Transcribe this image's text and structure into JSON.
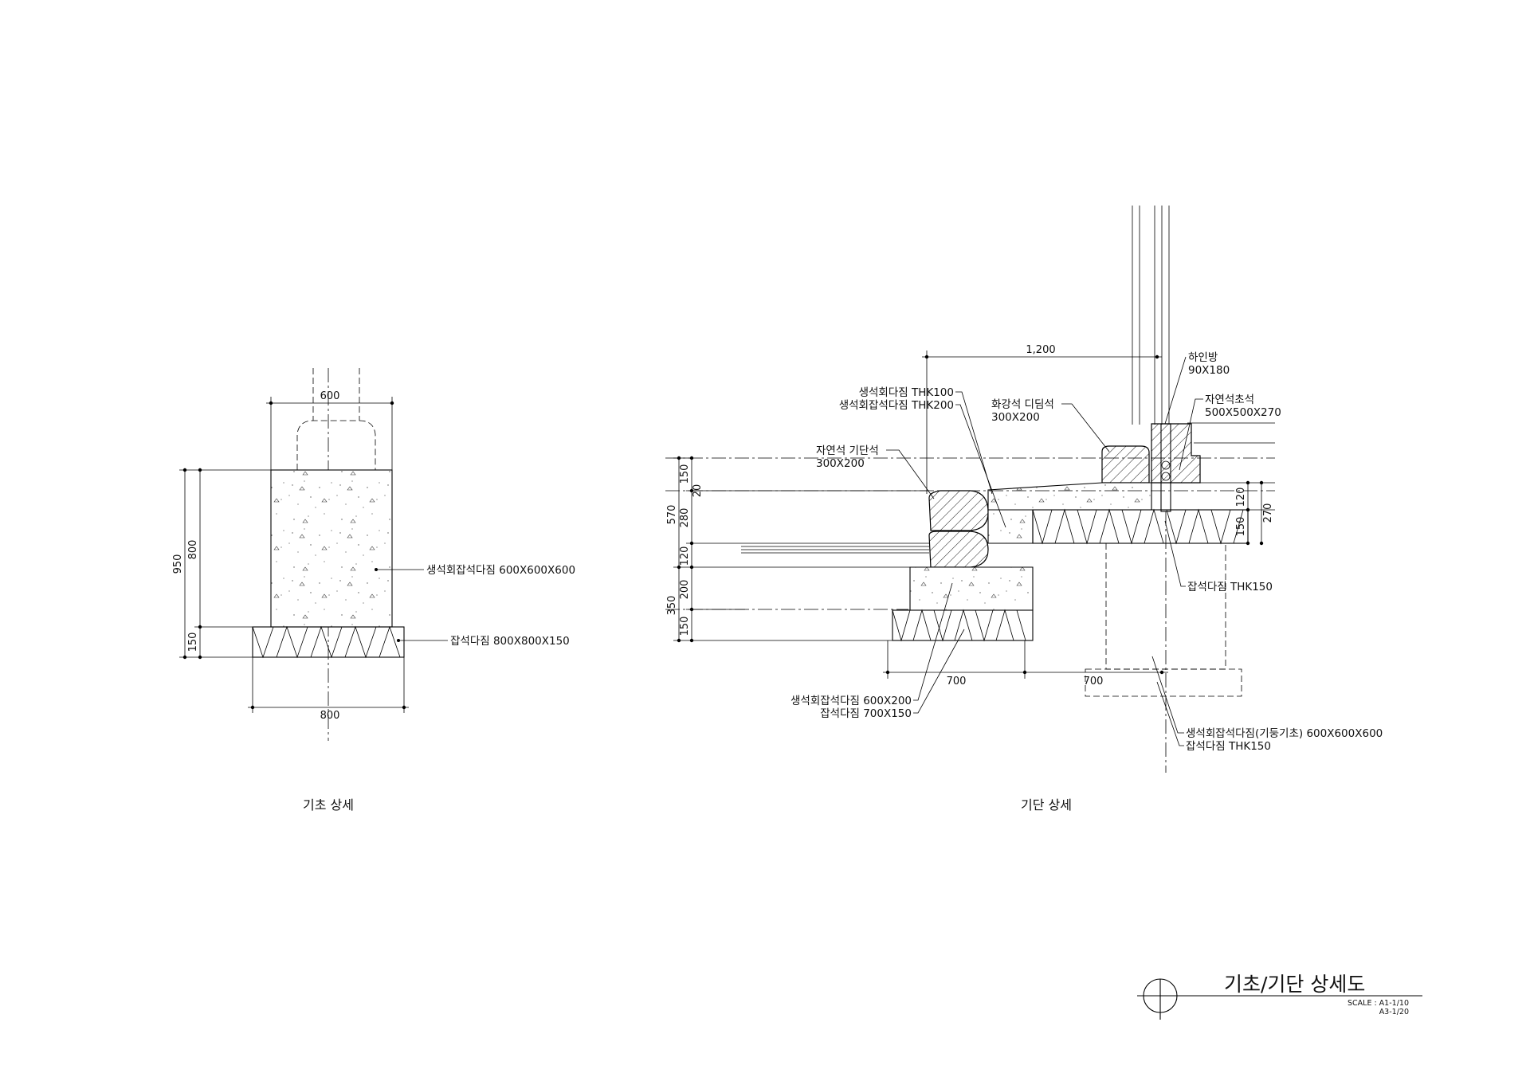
{
  "foundation_detail": {
    "title": "기초 상세",
    "dim_top": "600",
    "dim_bottom": "800",
    "dim_total": "950",
    "dim_upper": "800",
    "dim_lower": "150",
    "label_concrete": "생석회잡석다짐 600X600X600",
    "label_gravel": "잡석다짐 800X800X150"
  },
  "plinth_detail": {
    "title": "기단 상세",
    "dim_top_width": "1,200",
    "dim_bottom_left": "700",
    "dim_bottom_right": "700",
    "dims_left_outer": [
      "570",
      "350"
    ],
    "dims_left_inner": [
      "150",
      "20",
      "280",
      "120",
      "200",
      "150"
    ],
    "dims_right": [
      "120",
      "150",
      "270"
    ],
    "labels": {
      "lintel_name": "하인방",
      "lintel_size": "90X180",
      "lime_thk100": "생석회다짐 THK100",
      "lime_gravel_thk200": "생석회잡석다짐 THK200",
      "granite_name": "화강석 디딤석",
      "granite_size": "300X200",
      "base_stone_name": "자연석초석",
      "base_stone_size": "500X500X270",
      "natural_stone_name": "자연석 기단석",
      "natural_stone_size": "300X200",
      "gravel_thk150_a": "잡석다짐 THK150",
      "lime_gravel_600x200": "생석회잡석다짐 600X200",
      "gravel_700x150": "잡석다짐 700X150",
      "column_footing": "생석회잡석다짐(기둥기초) 600X600X600",
      "gravel_thk150_b": "잡석다짐 THK150"
    }
  },
  "title_block": {
    "title": "기초/기단 상세도",
    "scale_line1": "SCALE : A1-1/10",
    "scale_line2": "A3-1/20"
  }
}
